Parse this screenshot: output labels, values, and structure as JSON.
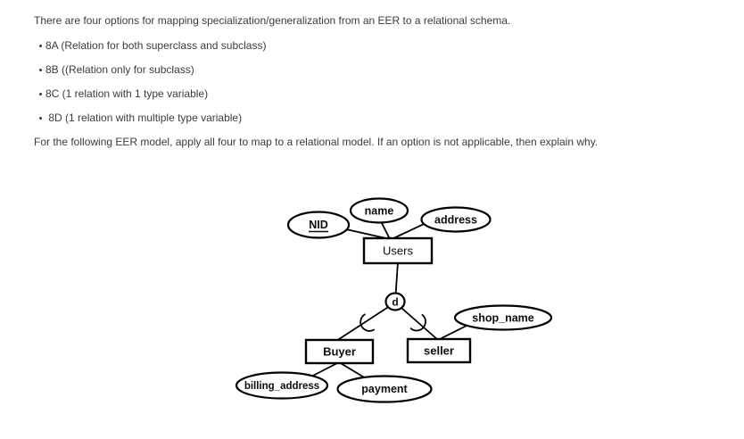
{
  "page": {
    "background": "#ffffff",
    "text_color": "#3d3c3a"
  },
  "document": {
    "intro": "There are four options for mapping specialization/generalization from an EER to a relational schema.",
    "options": [
      "8A (Relation for both superclass and subclass)",
      "8B ((Relation only for subclass)",
      "8C (1 relation with 1 type variable)",
      " 8D (1 relation with multiple type variable)"
    ],
    "instruction": "For the following EER model, apply all four to map to a relational model. If an option is not applicable, then explain why."
  },
  "diagram": {
    "superclass": {
      "name": "Users",
      "key_attribute": "NID",
      "attributes": [
        "NID",
        "name",
        "address"
      ]
    },
    "specialization_symbol": "d",
    "subclasses": [
      {
        "name": "Buyer",
        "attributes": [
          "billing_address",
          "payment"
        ]
      },
      {
        "name": "seller",
        "attributes": [
          "shop_name"
        ]
      }
    ],
    "stroke_color": "#000000"
  }
}
